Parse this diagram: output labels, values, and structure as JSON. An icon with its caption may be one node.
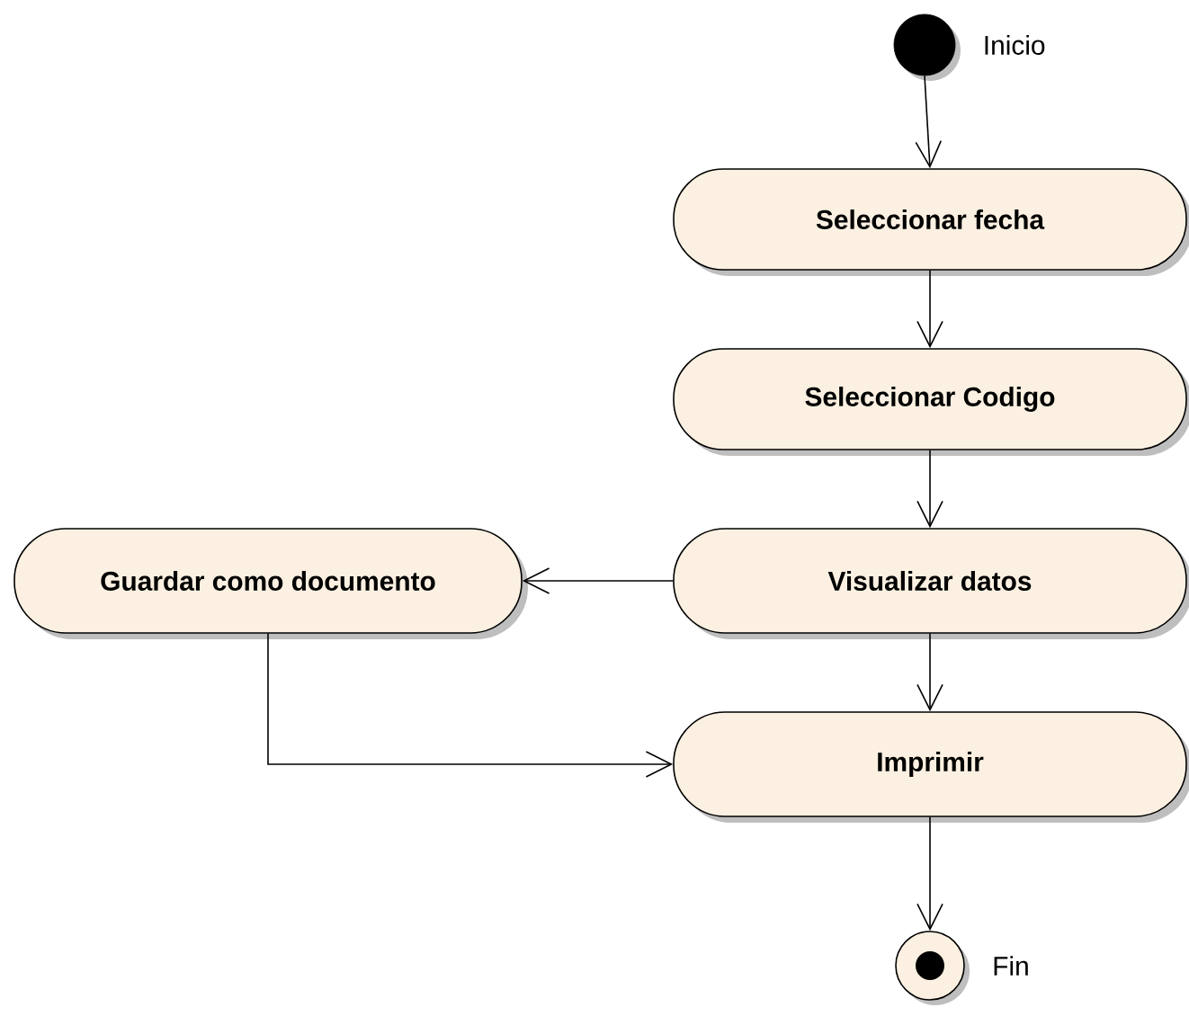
{
  "diagram": {
    "nodes": [
      {
        "text": [],
        "shape": "circle",
        "beside": [
          "Inicio"
        ]
      },
      {
        "text": [
          "Seleccionar fecha"
        ]
      },
      {
        "text": [
          "Seleccionar Codigo"
        ]
      },
      {
        "text": [
          "Guardar como documento"
        ]
      },
      {
        "text": [
          "Visualizar datos"
        ]
      },
      {
        "text": [
          "Imprimir"
        ]
      },
      {
        "text": [],
        "shape": "circle",
        "beside": [
          "Fin"
        ]
      }
    ],
    "edges": [
      {
        "from": 0,
        "to": 1,
        "arrow": "to"
      },
      {
        "from": 1,
        "to": 2,
        "arrow": "to"
      },
      {
        "from": 2,
        "to": 4,
        "arrow": "to"
      },
      {
        "from": 4,
        "to": 3,
        "arrow": "to"
      },
      {
        "from": 4,
        "to": 5,
        "arrow": "to"
      },
      {
        "from": 3,
        "to": 5,
        "arrow": "to"
      },
      {
        "from": 5,
        "to": 6,
        "arrow": "to"
      }
    ]
  }
}
